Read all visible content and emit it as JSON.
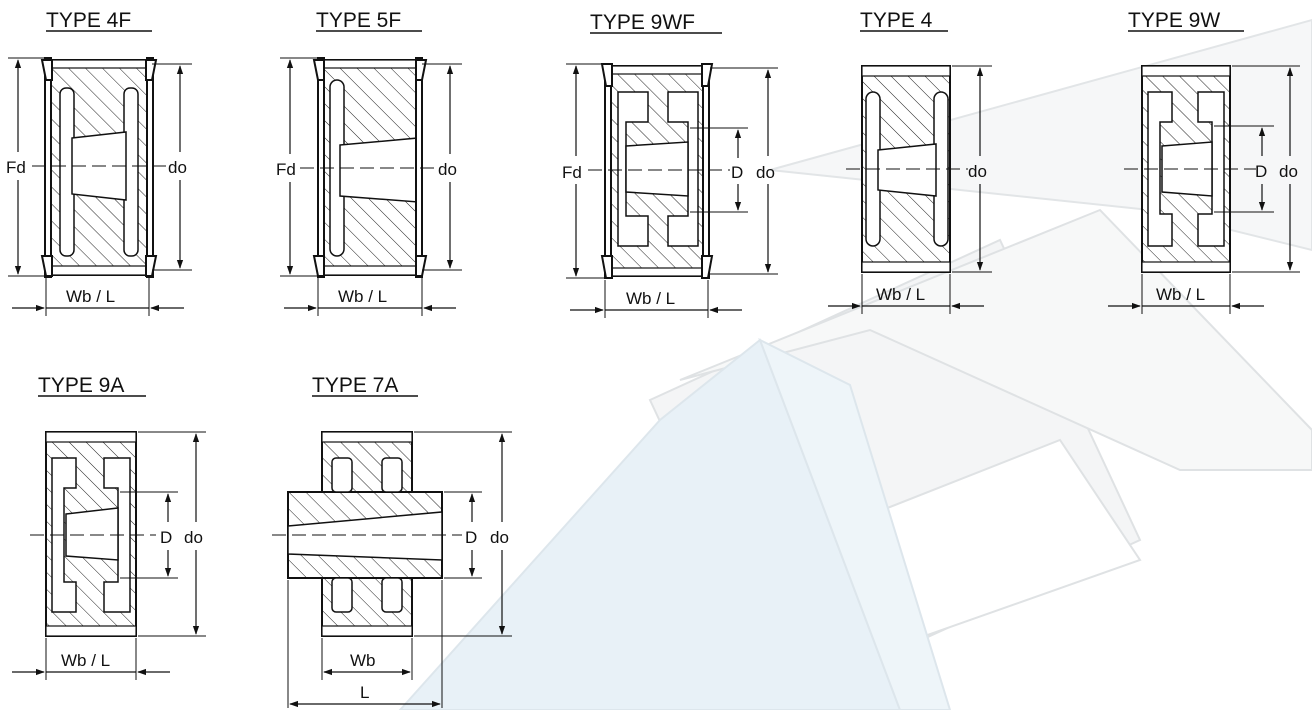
{
  "colors": {
    "ink": "#111111",
    "watermark_light": "#e8f1f7",
    "watermark_edge": "#dadde0"
  },
  "types": {
    "t4f": {
      "title": "TYPE 4F",
      "fd": "Fd",
      "do": "do",
      "width": "Wb / L"
    },
    "t5f": {
      "title": "TYPE 5F",
      "fd": "Fd",
      "do": "do",
      "width": "Wb / L"
    },
    "t9wf": {
      "title": "TYPE 9WF",
      "fd": "Fd",
      "d": "D",
      "do": "do",
      "width": "Wb / L"
    },
    "t4": {
      "title": "TYPE 4",
      "do": "do",
      "width": "Wb / L"
    },
    "t9w": {
      "title": "TYPE 9W",
      "d": "D",
      "do": "do",
      "width": "Wb / L"
    },
    "t9a": {
      "title": "TYPE 9A",
      "d": "D",
      "do": "do",
      "width": "Wb / L"
    },
    "t7a": {
      "title": "TYPE 7A",
      "d": "D",
      "do": "do",
      "wb": "Wb",
      "l": "L"
    }
  }
}
